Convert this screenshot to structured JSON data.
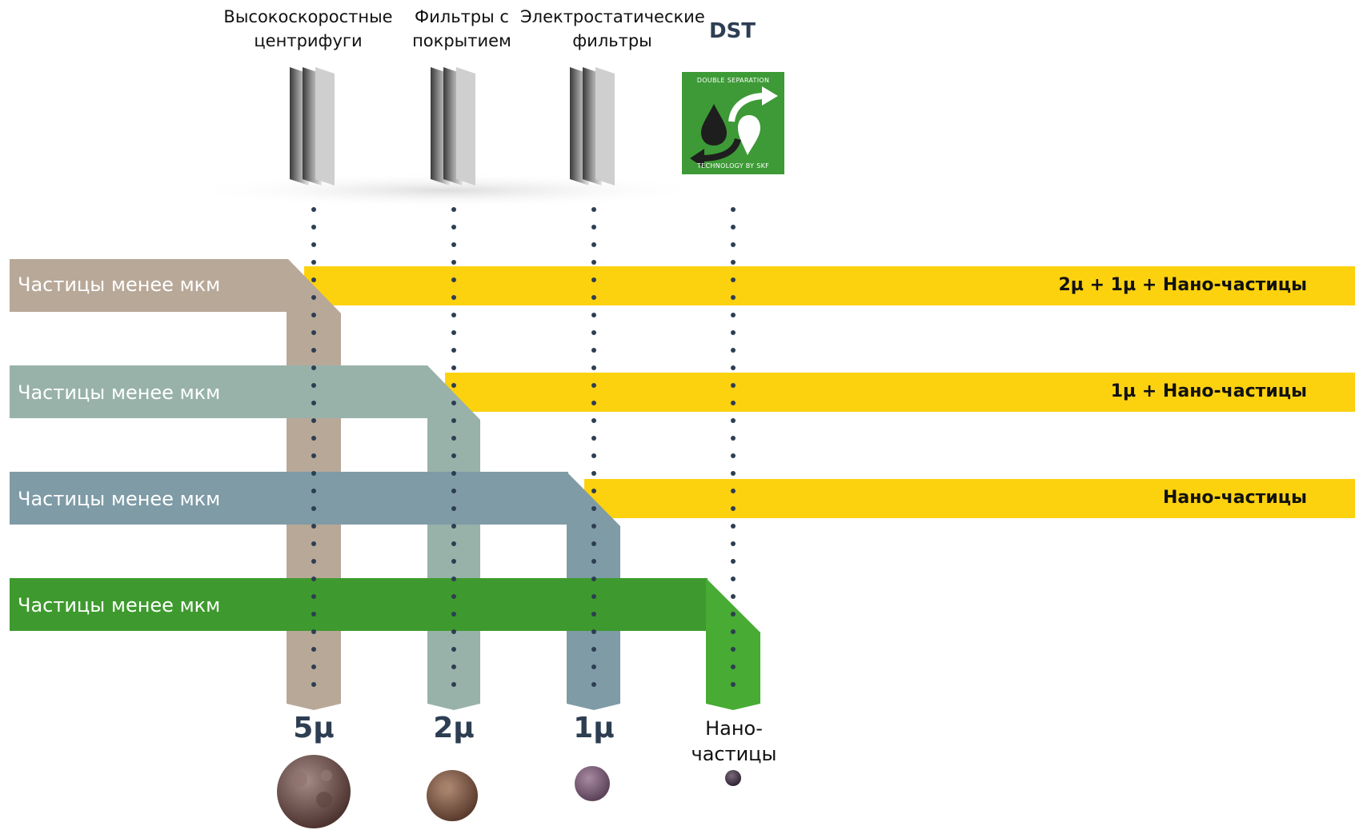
{
  "headers": [
    {
      "line1": "Высокоскоростные",
      "line2": "центрифуги"
    },
    {
      "line1": "Фильтры с",
      "line2": "покрытием"
    },
    {
      "line1": "Электростатические",
      "line2": "фильтры"
    }
  ],
  "dst_label": "DST",
  "badge": {
    "top_text": "DOUBLE SEPARATION",
    "bottom_text": "TECHNOLOGY BY SKF"
  },
  "bands": [
    {
      "label": "Частицы менее мкм",
      "color": "#b8a898"
    },
    {
      "label": "Частицы менее мкм",
      "color": "#98b2aa"
    },
    {
      "label": "Частицы менее мкм",
      "color": "#7f9ba6"
    },
    {
      "label": "Частицы менее мкм",
      "color": "#3e9a2e"
    }
  ],
  "outputs": [
    {
      "text": "2µ + 1µ + Нано-частицы"
    },
    {
      "text": "1µ + Нано-частицы"
    },
    {
      "text": "Нано-частицы"
    }
  ],
  "sizes": [
    "5µ",
    "2µ",
    "1µ"
  ],
  "nano_label": {
    "line1": "Нано-",
    "line2": "частицы"
  },
  "colors": {
    "yellow": "#fcd20f",
    "dots": "#2d3e52",
    "badge": "#3d9a36"
  }
}
